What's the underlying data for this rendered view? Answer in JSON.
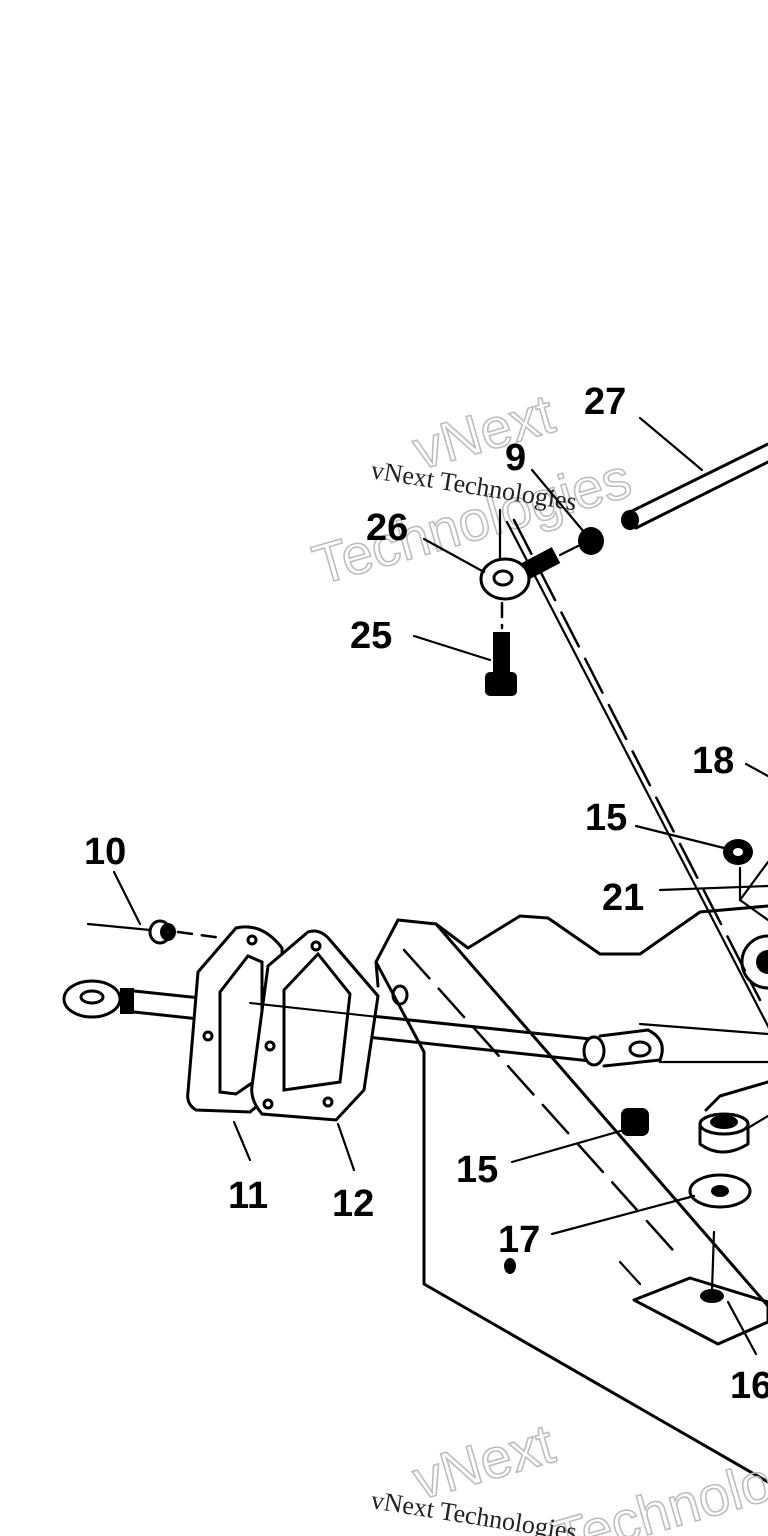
{
  "callouts": {
    "c27": "27",
    "c9": "9",
    "c26": "26",
    "c25": "25",
    "c18": "18",
    "c15a": "15",
    "c21": "21",
    "c10": "10",
    "c11": "11",
    "c12": "12",
    "c15b": "15",
    "c17": "17",
    "c16": "16"
  },
  "watermark": {
    "serif_text": "vNext Technologies",
    "outline_line1": "vNext",
    "outline_line2": "Technologies"
  }
}
